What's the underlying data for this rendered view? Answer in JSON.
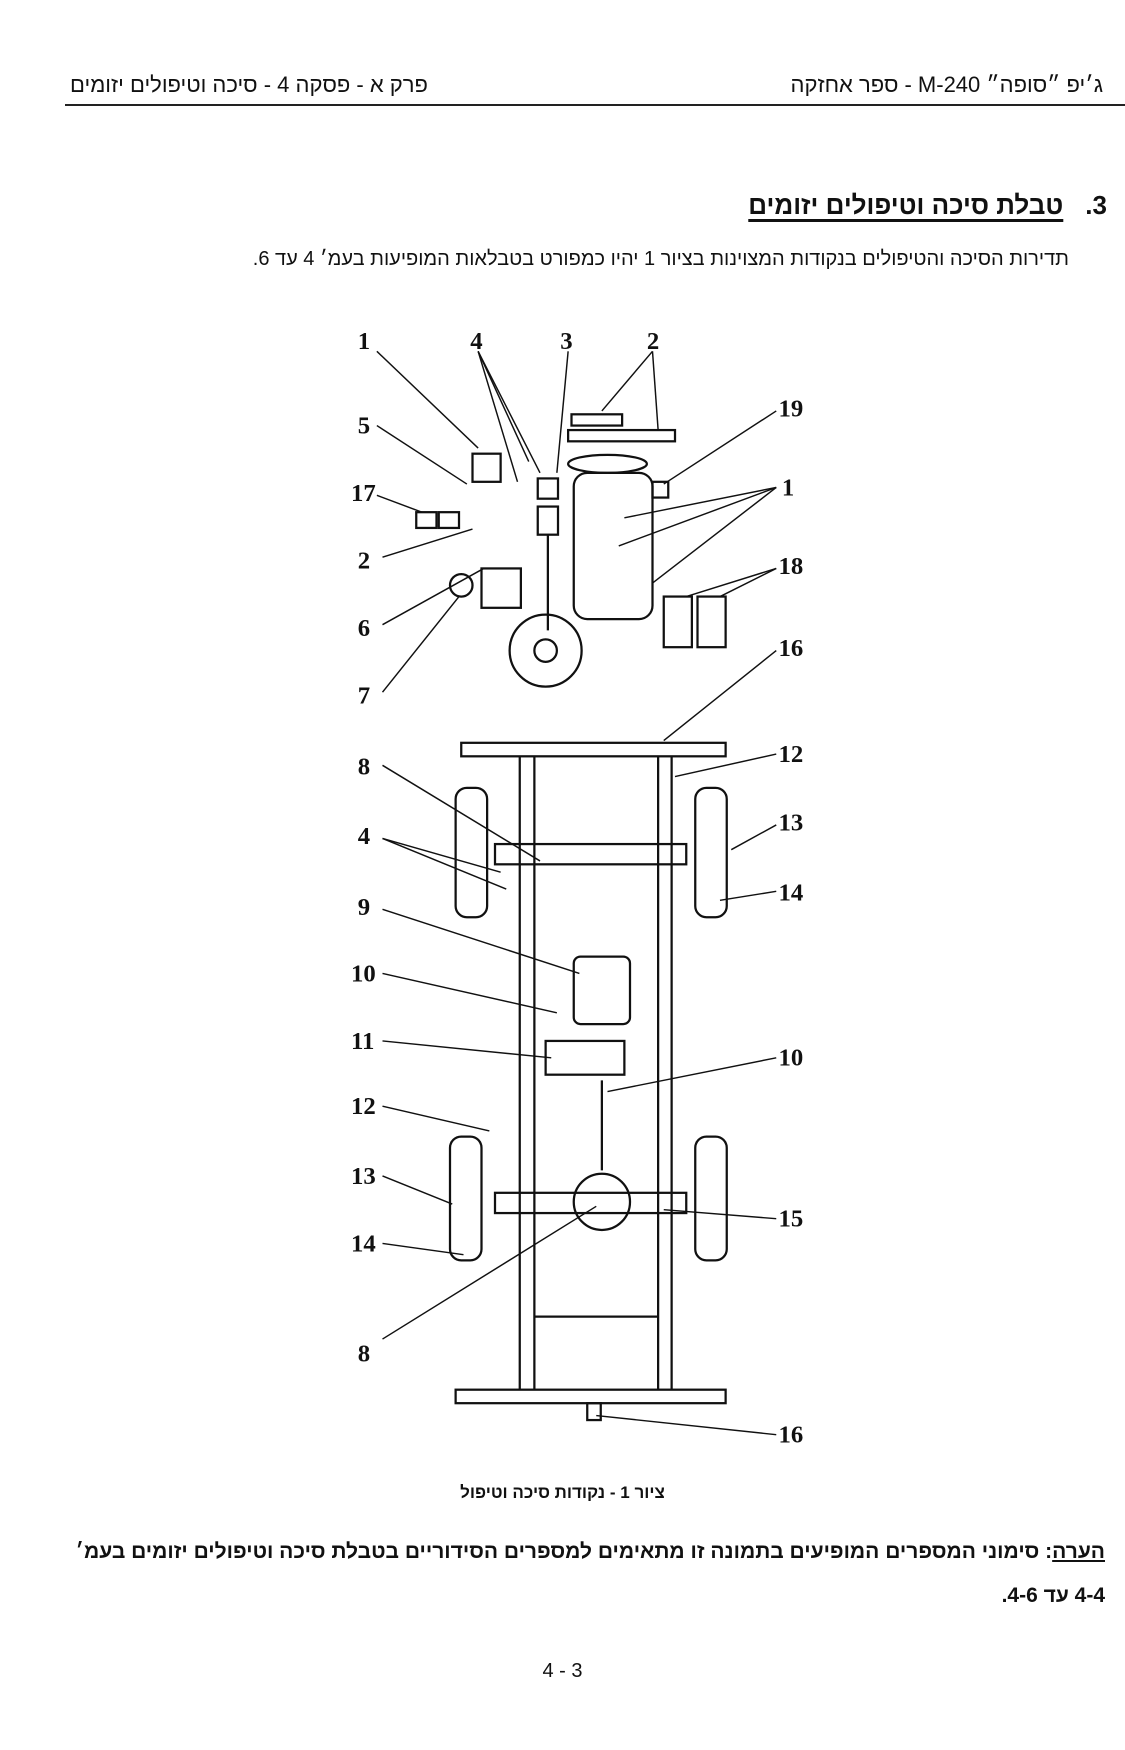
{
  "header": {
    "right": "ג׳יפ ״סופה״ M-240 - ספר אחזקה",
    "left": "פרק א - פסקה 4 - סיכה וטיפולים יזומים"
  },
  "section": {
    "number": "3.",
    "title": "טבלת סיכה וטיפולים יזומים",
    "paragraph": "תדירות הסיכה והטיפולים בנקודות המצוינות בציור 1 יהיו כמפורט בטבלאות המופיעות בעמ׳ 4 עד 6."
  },
  "figure": {
    "caption": "ציור 1 - נקודות סיכה וטיפול",
    "callouts": [
      "1",
      "4",
      "3",
      "2",
      "19",
      "5",
      "17",
      "1",
      "2",
      "18",
      "6",
      "7",
      "16",
      "8",
      "12",
      "4",
      "13",
      "14",
      "9",
      "10",
      "11",
      "10",
      "12",
      "13",
      "15",
      "14",
      "8",
      "16"
    ]
  },
  "note": {
    "label": "הערה",
    "text": ": סימוני המספרים המופיעים בתמונה זו מתאימים למספרים הסידוריים בטבלת סיכה וטיפולים יזומים בעמ׳ 4-4 עד 4-6."
  },
  "page_number": "4 - 3"
}
